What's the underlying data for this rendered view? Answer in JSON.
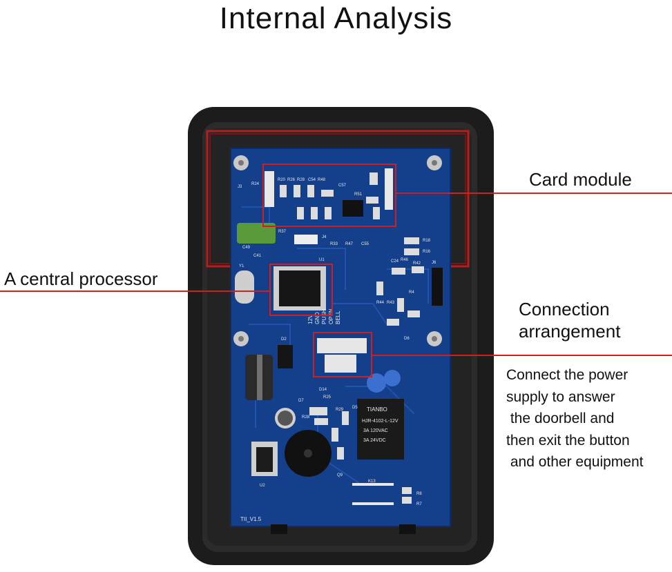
{
  "title": "Internal Analysis",
  "labels": {
    "card_module": "Card module",
    "central_processor": "A central processor",
    "connection_line1": "Connection",
    "connection_line2": "arrangement"
  },
  "description_lines": [
    "Connect the power",
    "supply to answer",
    " the doorbell and",
    "then exit the button",
    " and other equipment"
  ],
  "pcb_text": {
    "version": "TII_V1.5",
    "relay_brand": "TIANBO",
    "relay_model": "HJR-4102-L-12V",
    "relay_rating1": "3A 120VAC",
    "relay_rating2": "3A 24VDC",
    "terminals": [
      "12V",
      "GND",
      "PUSH",
      "OPEN",
      "BELL"
    ],
    "components": [
      "R20",
      "R26",
      "R28",
      "C54",
      "R48",
      "C57",
      "R51",
      "C49",
      "R33",
      "R47",
      "C55",
      "R18",
      "R16",
      "C24",
      "R46",
      "R42",
      "R44",
      "R43",
      "R4",
      "D2",
      "D14",
      "R25",
      "R28",
      "R29",
      "Q9",
      "U2",
      "R8",
      "R7",
      "K13",
      "J4",
      "R37",
      "Y1",
      "U1",
      "J3",
      "C41",
      "D7",
      "D5",
      "D6",
      "R24",
      "J6"
    ]
  },
  "colors": {
    "annotation_red": "#d11f1f",
    "board_blue": "#143f8a",
    "case_black": "#1c1c1c"
  }
}
